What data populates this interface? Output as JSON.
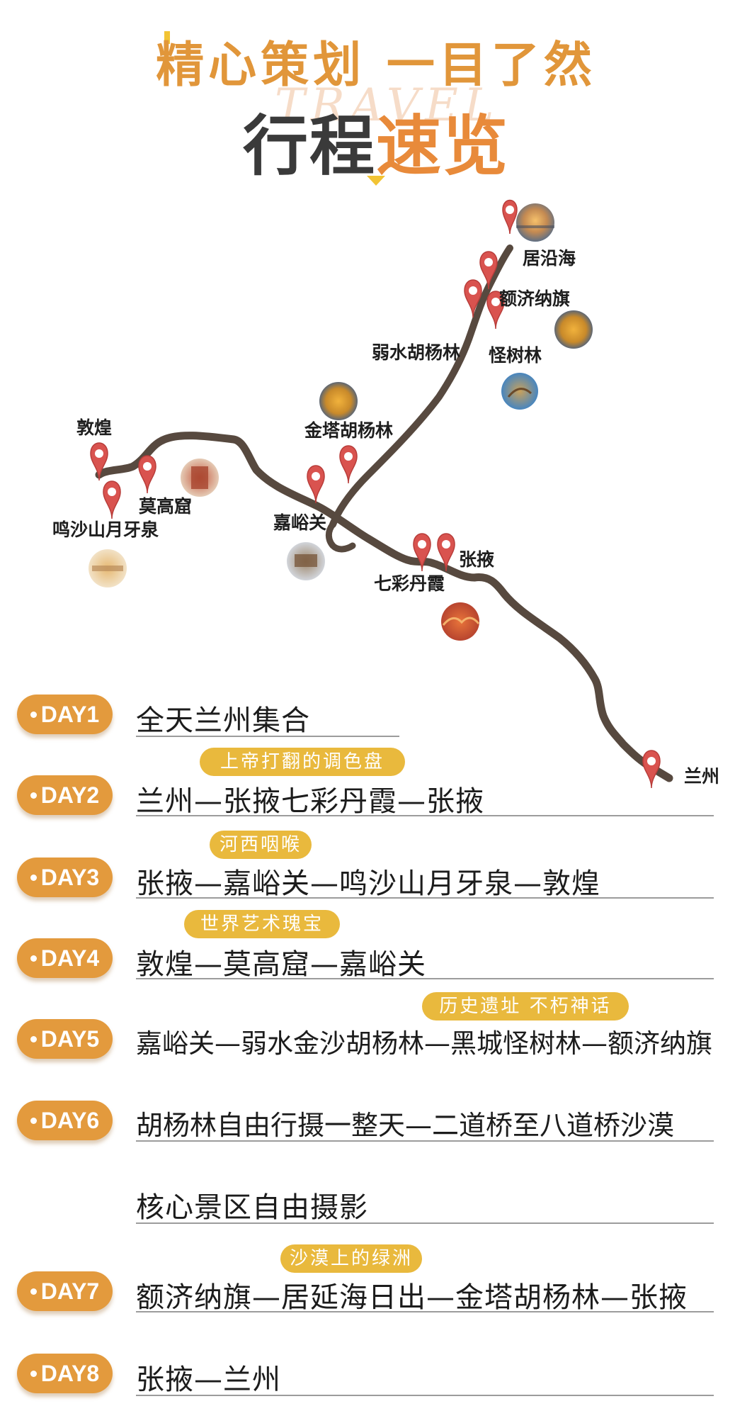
{
  "header": {
    "subtitle": "精心策划 一目了然",
    "watermark": "TRAVEL",
    "title_part1": "行程",
    "title_part2": "速览"
  },
  "colors": {
    "accent_orange": "#e39a3d",
    "title_orange": "#e88a3a",
    "tag_gold": "#e9b93d",
    "pin_red": "#d9534f",
    "route_brown": "#57493f"
  },
  "map": {
    "places": {
      "juyanhai": "居沿海",
      "ejina": "额济纳旗",
      "ruoshui": "弱水胡杨林",
      "guaishu": "怪树林",
      "jinta": "金塔胡杨林",
      "dunhuang": "敦煌",
      "mogao": "莫高窟",
      "mingsha": "鸣沙山月牙泉",
      "jiayuguan": "嘉峪关",
      "qicai": "七彩丹霞",
      "zhangye": "张掖",
      "lanzhou": "兰州"
    }
  },
  "itinerary": [
    {
      "day": "DAY1",
      "route": "全天兰州集合",
      "tag": ""
    },
    {
      "day": "DAY2",
      "route": "兰州—张掖七彩丹霞—张掖",
      "tag": "上帝打翻的调色盘"
    },
    {
      "day": "DAY3",
      "route": "张掖—嘉峪关—鸣沙山月牙泉—敦煌",
      "tag": "河西咽喉"
    },
    {
      "day": "DAY4",
      "route": "敦煌—莫高窟—嘉峪关",
      "tag": "世界艺术瑰宝"
    },
    {
      "day": "DAY5",
      "route": "嘉峪关—弱水金沙胡杨林—黑城怪树林—额济纳旗",
      "tag": "历史遗址 不朽神话"
    },
    {
      "day": "DAY6",
      "route": "胡杨林自由行摄一整天—二道桥至八道桥沙漠",
      "route2": "核心景区自由摄影",
      "tag": ""
    },
    {
      "day": "DAY7",
      "route": "额济纳旗—居延海日出—金塔胡杨林—张掖",
      "tag": "沙漠上的绿洲"
    },
    {
      "day": "DAY8",
      "route": "张掖—兰州",
      "tag": ""
    }
  ]
}
